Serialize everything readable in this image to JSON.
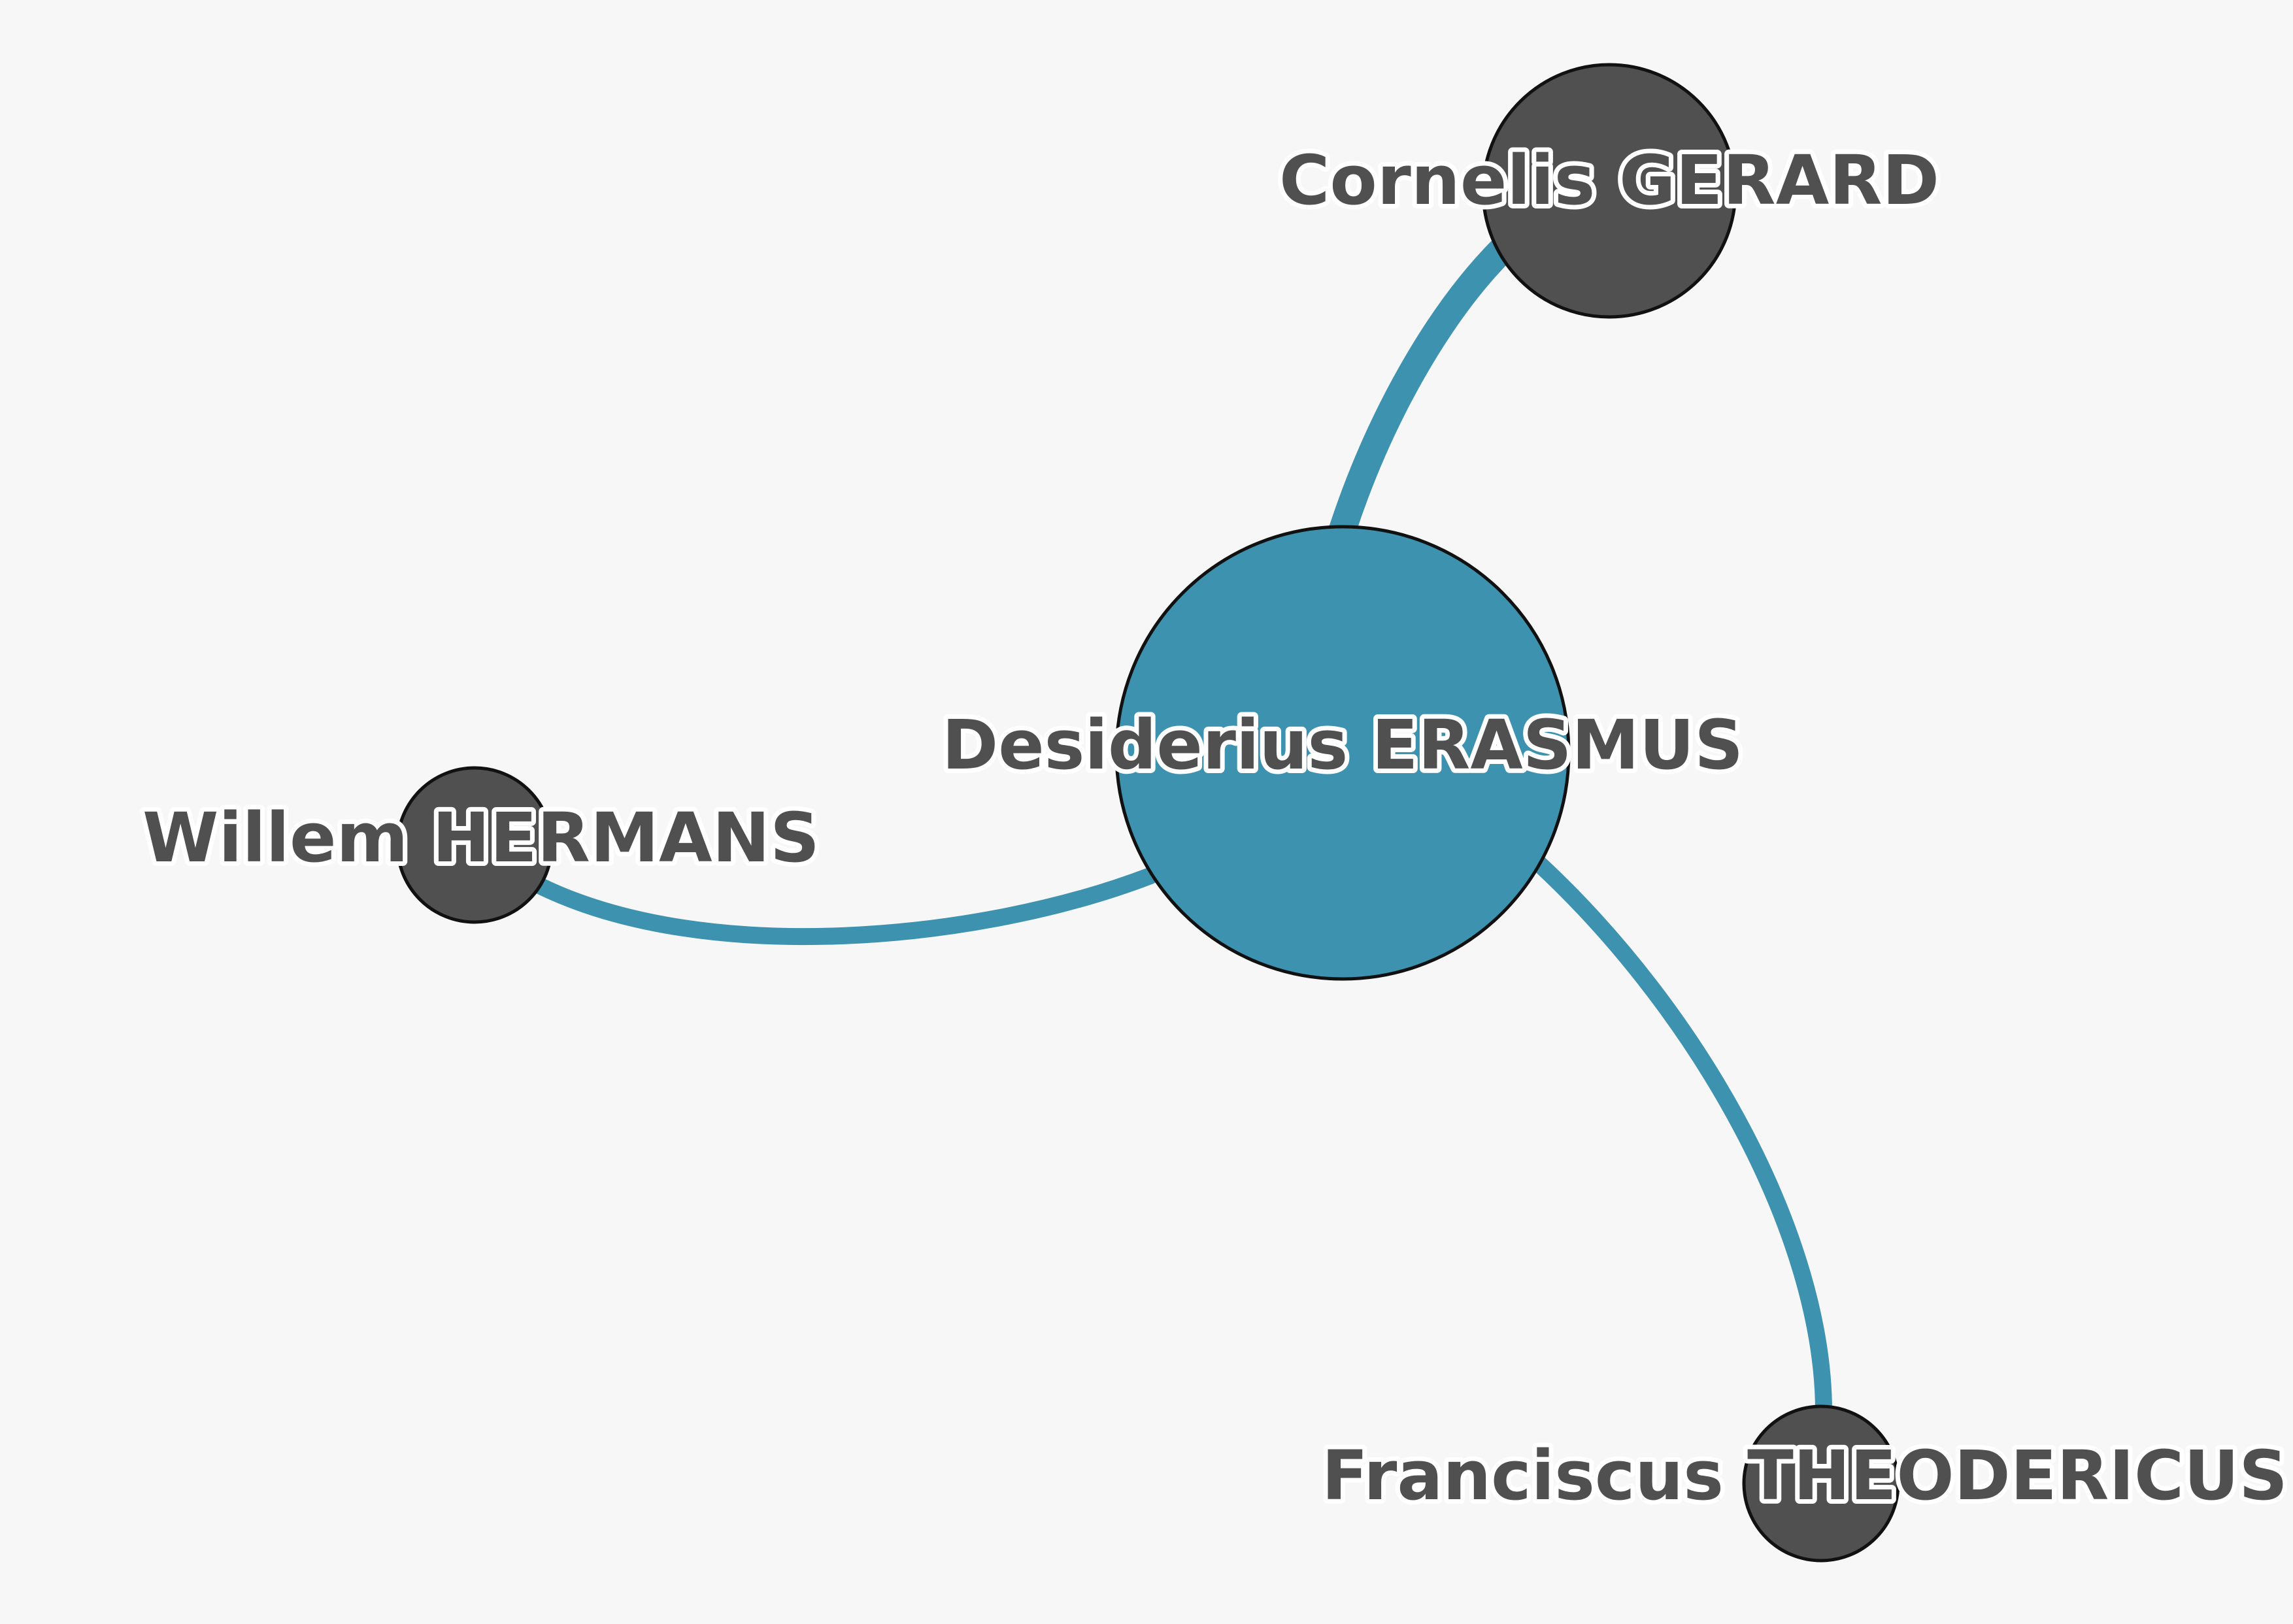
{
  "graph": {
    "background": "#f7f7f7",
    "edge_color": "#3d92b0",
    "center_node": {
      "label": "Desiderius ERASMUS",
      "color": "#3d92b0"
    },
    "nodes": [
      {
        "id": "gerard",
        "label": "Cornelis GERARD",
        "color": "#505050"
      },
      {
        "id": "hermans",
        "label": "Willem HERMANS",
        "color": "#505050"
      },
      {
        "id": "theodericus",
        "label": "Franciscus THEODERICUS",
        "color": "#505050"
      }
    ],
    "edges": [
      {
        "from": "Desiderius ERASMUS",
        "to": "Cornelis GERARD",
        "weight": 3
      },
      {
        "from": "Desiderius ERASMUS",
        "to": "Willem HERMANS",
        "weight": 2
      },
      {
        "from": "Desiderius ERASMUS",
        "to": "Franciscus THEODERICUS",
        "weight": 2
      }
    ]
  }
}
